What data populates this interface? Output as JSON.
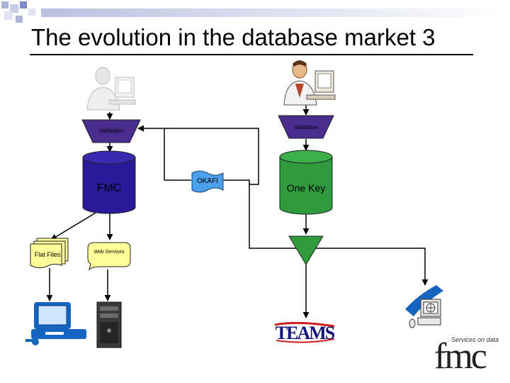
{
  "slide": {
    "title": "The evolution in the database market 3"
  },
  "diagram": {
    "validation_left": "Validation",
    "validation_right": "Validation",
    "db_fmc": "FMC",
    "db_onekey": "One Key",
    "okafi": "OKAFI",
    "flat_files": "Flat Files",
    "web_services": "Web Services",
    "teams_logo_text": "TEAMS"
  },
  "branding": {
    "logo_main": "fmc",
    "logo_tagline": "Services on data"
  },
  "colors": {
    "shape_purple": "#4b2d8f",
    "db_purple": "#2a1a9a",
    "db_green": "#2f9b3c",
    "okafi_blue": "#4aa0ea",
    "note_yellow": "#ffff99",
    "computer_blue": "#1565c0",
    "teams_navy": "#15157a",
    "teams_red": "#d01e1e"
  }
}
